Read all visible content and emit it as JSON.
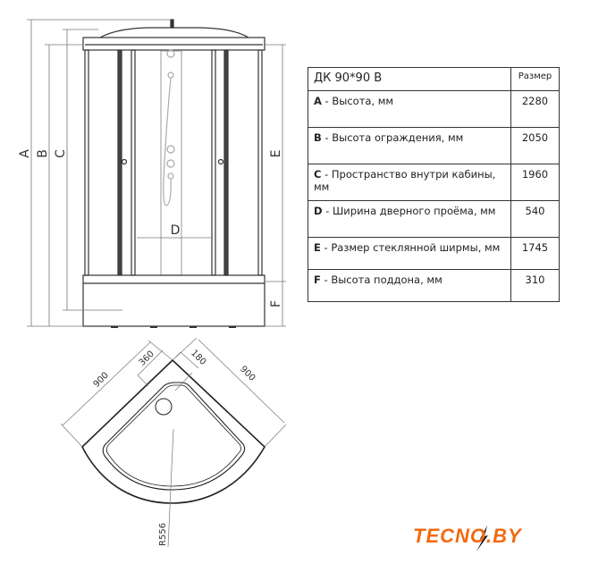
{
  "front_view": {
    "dimension_labels": {
      "A": "A",
      "B": "B",
      "C": "C",
      "D": "D",
      "E": "E",
      "F": "F"
    }
  },
  "spec_table": {
    "title": "ДК  90*90 В",
    "value_header": "Размер",
    "rows": [
      {
        "letter": "A",
        "label": " - Высота, мм",
        "value": "2280"
      },
      {
        "letter": "B",
        "label": " - Высота ограждения, мм",
        "value": "2050"
      },
      {
        "letter": "C",
        "label": " - Пространство внутри кабины, мм",
        "value": "1960"
      },
      {
        "letter": "D",
        "label": " - Ширина дверного проёма, мм",
        "value": "540"
      },
      {
        "letter": "E",
        "label": " - Размер стеклянной ширмы, мм",
        "value": "1745"
      },
      {
        "letter": "F",
        "label": " - Высота поддона, мм",
        "value": "310"
      }
    ]
  },
  "plan_view": {
    "width_left": "900",
    "width_right": "900",
    "drain_offset_1": "360",
    "drain_offset_2": "180",
    "radius": "R556"
  },
  "logo": {
    "text": "TECNO.BY",
    "color": "#f26a10"
  }
}
